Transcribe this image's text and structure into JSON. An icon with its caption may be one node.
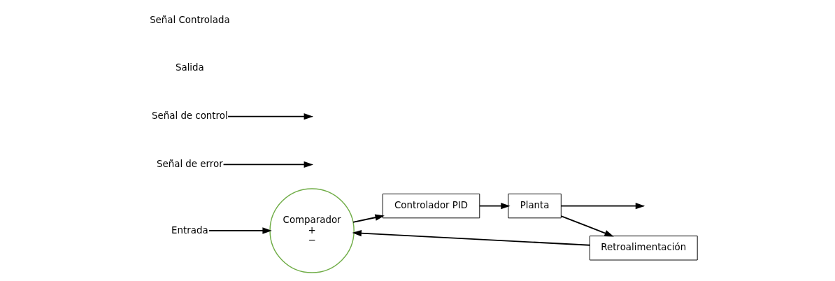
{
  "diagram": {
    "nodes": [
      {
        "text": [
          "Entrada"
        ]
      },
      {
        "text": [
          "Comparador",
          "+",
          "−"
        ]
      },
      {
        "text": [
          "Controlador PID"
        ]
      },
      {
        "text": [
          "Planta"
        ]
      },
      {
        "text": [
          "Retroalimentación"
        ]
      },
      {
        "text": [
          "Señal de error"
        ]
      },
      {
        "text": [
          "Señal de control"
        ]
      }
    ],
    "edges": [
      {
        "from": 0,
        "to": 1,
        "arrow": "to"
      },
      {
        "from": 1,
        "to": 2,
        "arrow": "to"
      },
      {
        "from": 2,
        "to": 3,
        "arrow": "to"
      },
      {
        "from": 3,
        "to": null,
        "arrow": "to"
      },
      {
        "from": 3,
        "to": 4,
        "arrow": "to"
      },
      {
        "from": 4,
        "to": 1,
        "arrow": "to"
      },
      {
        "from": 5,
        "to": null,
        "arrow": "to"
      },
      {
        "from": 6,
        "to": null,
        "arrow": "to"
      }
    ],
    "labels": [
      "Salida",
      "Señal Controlada"
    ]
  }
}
